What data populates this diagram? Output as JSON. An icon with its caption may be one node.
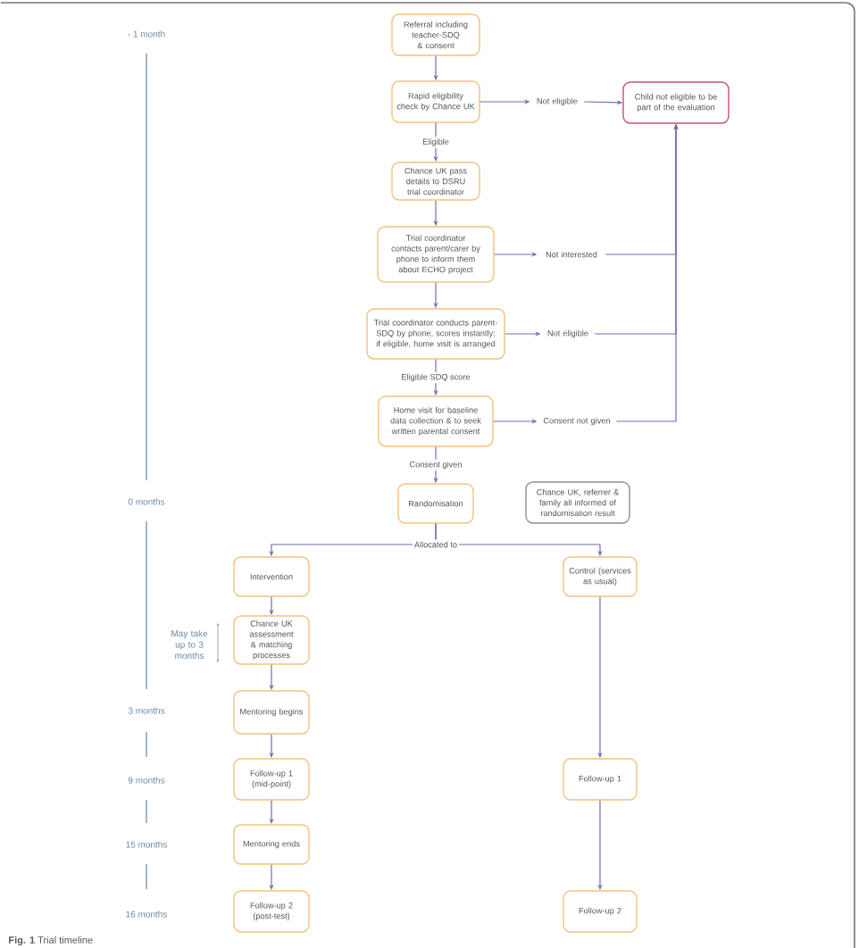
{
  "diagram": {
    "caption": "**Fig. 1** Trial timeline",
    "nodes": [
      {
        "text": [
          "Referral including teacher-SDQ & consent"
        ]
      },
      {
        "text": [
          "Rapid eligibility check by Chance UK"
        ]
      },
      {
        "text": [
          "Not eligible"
        ]
      },
      {
        "text": [
          "Child not eligible to be part of the evaluation"
        ]
      },
      {
        "text": [
          "Chance UK pass details to DSRU trial coordinator"
        ]
      },
      {
        "text": [
          "Trial coordinator contacts parent/carer by phone to inform them about ECHO project"
        ]
      },
      {
        "text": [
          "Not interested"
        ]
      },
      {
        "text": [
          "Trial coordinator conducts parent-SDQ by phone, scores instantly; if eligible, home visit is arranged"
        ]
      },
      {
        "text": [
          "Not eligible"
        ]
      },
      {
        "text": [
          "Home visit for baseline data collection & to seek written parental consent"
        ]
      },
      {
        "text": [
          "Consent not given"
        ]
      },
      {
        "text": [
          "Randomisation"
        ]
      },
      {
        "text": [
          "Chance UK, referrer & family all informed of randomisation result"
        ]
      },
      {
        "text": [
          "Intervention"
        ]
      },
      {
        "text": [
          "Control (services as usual)"
        ]
      },
      {
        "text": [
          "Chance UK assessment & matching processes"
        ]
      },
      {
        "text": [
          "Mentoring begins"
        ]
      },
      {
        "text": [
          "Follow-up 1 (mid-point)"
        ]
      },
      {
        "text": [
          "Follow-up 1"
        ]
      },
      {
        "text": [
          "Mentoring ends"
        ]
      },
      {
        "text": [
          "Follow-up 2 (post-test)"
        ]
      },
      {
        "text": [
          "Follow-up 2"
        ]
      }
    ],
    "edges": [
      {
        "from": 0,
        "to": 1,
        "arrow": "to"
      },
      {
        "from": 1,
        "to": 2,
        "arrow": "to"
      },
      {
        "from": 2,
        "to": 3,
        "arrow": "to"
      },
      {
        "from": 1,
        "to": 4,
        "arrow": "to",
        "label": "Eligible"
      },
      {
        "from": 4,
        "to": 5,
        "arrow": "to"
      },
      {
        "from": 5,
        "to": 6,
        "arrow": "to"
      },
      {
        "from": 6,
        "to": 3,
        "arrow": "to"
      },
      {
        "from": 5,
        "to": 7,
        "arrow": "to"
      },
      {
        "from": 7,
        "to": 8,
        "arrow": "to"
      },
      {
        "from": 8,
        "to": 3,
        "arrow": "to"
      },
      {
        "from": 7,
        "to": 9,
        "arrow": "to",
        "label": "Eligible SDQ score"
      },
      {
        "from": 9,
        "to": 10,
        "arrow": "to"
      },
      {
        "from": 10,
        "to": 3,
        "arrow": "to"
      },
      {
        "from": 9,
        "to": 11,
        "arrow": "to",
        "label": "Consent given"
      },
      {
        "from": 11,
        "to": 13,
        "arrow": "to",
        "label": "Allocated to"
      },
      {
        "from": 11,
        "to": 14,
        "arrow": "to"
      },
      {
        "from": 13,
        "to": 15,
        "arrow": "to"
      },
      {
        "from": 15,
        "to": 16,
        "arrow": "to"
      },
      {
        "from": 16,
        "to": 17,
        "arrow": "to"
      },
      {
        "from": 17,
        "to": 19,
        "arrow": "to"
      },
      {
        "from": 19,
        "to": 20,
        "arrow": "to"
      },
      {
        "from": 14,
        "to": 18,
        "arrow": "to"
      },
      {
        "from": 18,
        "to": 21,
        "arrow": "to"
      }
    ],
    "labels": [
      "- 1 month",
      "0 months",
      "May take up to 3 months",
      "3 months",
      "9 months",
      "15 months",
      "16 months"
    ]
  }
}
